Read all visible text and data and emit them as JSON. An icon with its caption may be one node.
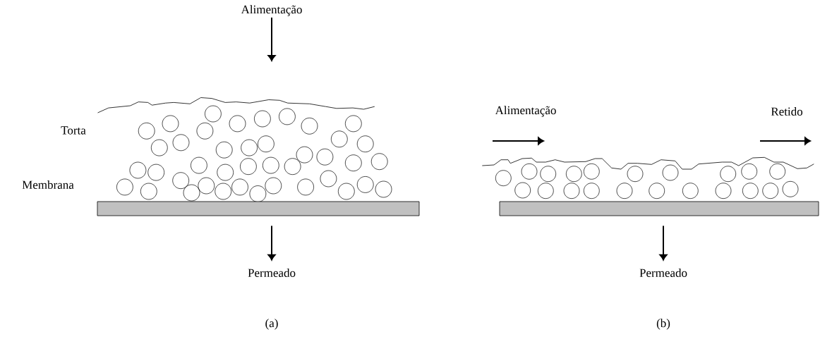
{
  "diagram": {
    "nodes": [
      {
        "text": [
          "Alimentação"
        ]
      },
      {
        "text": [],
        "shape": "bar"
      },
      {
        "text": [
          "Permeado"
        ]
      },
      {
        "text": [
          "Alimentação"
        ]
      },
      {
        "text": [
          "Retido"
        ]
      },
      {
        "text": [],
        "shape": "bar"
      },
      {
        "text": [
          "Permeado"
        ]
      }
    ],
    "edges": [
      {
        "from": 0,
        "to": null,
        "arrow": "to"
      },
      {
        "from": 1,
        "to": 2,
        "arrow": "to"
      },
      {
        "from": 5,
        "to": 6,
        "arrow": "to"
      }
    ],
    "labels": [
      "Torta",
      "Membrana",
      "(a)",
      "(b)"
    ]
  }
}
